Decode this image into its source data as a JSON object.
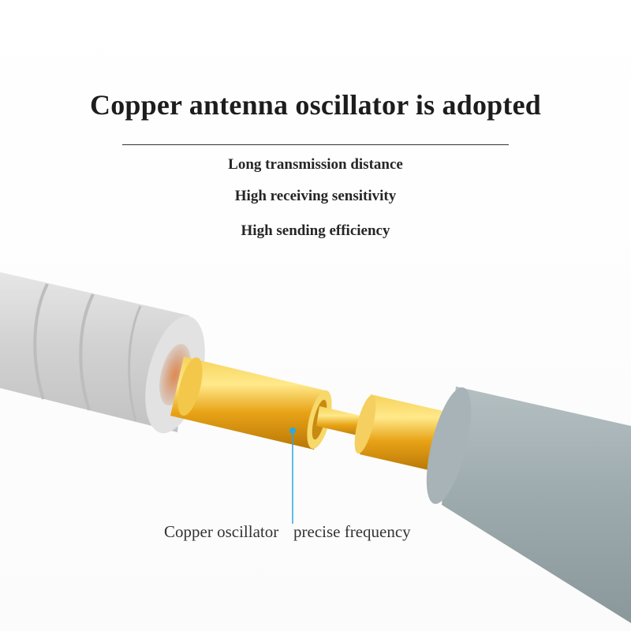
{
  "title": "Copper antenna oscillator is adopted",
  "features": [
    "Long transmission distance",
    "High receiving sensitivity",
    "High sending efficiency"
  ],
  "captions": {
    "left": "Copper oscillator",
    "right": "precise frequency"
  },
  "colors": {
    "copper": "#E8A317",
    "gray_tube": "#9EABAE",
    "silver_tube": "#D0D0D0",
    "pointer": "#29A9E0"
  }
}
